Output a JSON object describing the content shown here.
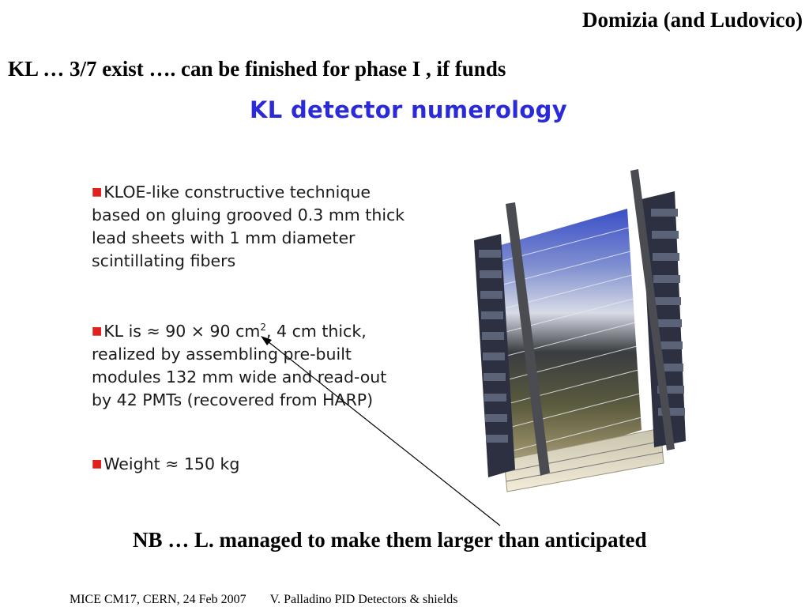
{
  "header": {
    "author": "Domizia (and Ludovico)",
    "headline": "KL … 3/7 exist ….  can be finished for phase I , if funds"
  },
  "slide": {
    "title": "KL detector numerology",
    "bullets": [
      {
        "lines": [
          "KLOE-like constructive technique",
          "based on gluing grooved 0.3 mm thick",
          "lead sheets with 1 mm diameter",
          "scintillating fibers"
        ]
      },
      {
        "line1_prefix": "KL is  ≈ 90 × 90 cm",
        "line1_sup": "2",
        "line1_suffix": ", 4 cm thick,",
        "lines": [
          "realized by assembling pre-built",
          "modules  132 mm wide and read-out",
          "by 42 PMTs (recovered from HARP)"
        ]
      },
      {
        "text": "Weight ≈ 150 kg"
      }
    ],
    "bullet_color": "#e0201a",
    "title_color": "#2a2ad8"
  },
  "note": "NB … L. managed to make them larger than anticipated",
  "footer": {
    "left": "MICE CM17, CERN, 24 Feb 2007",
    "right": "V. Palladino PID Detectors & shields"
  }
}
